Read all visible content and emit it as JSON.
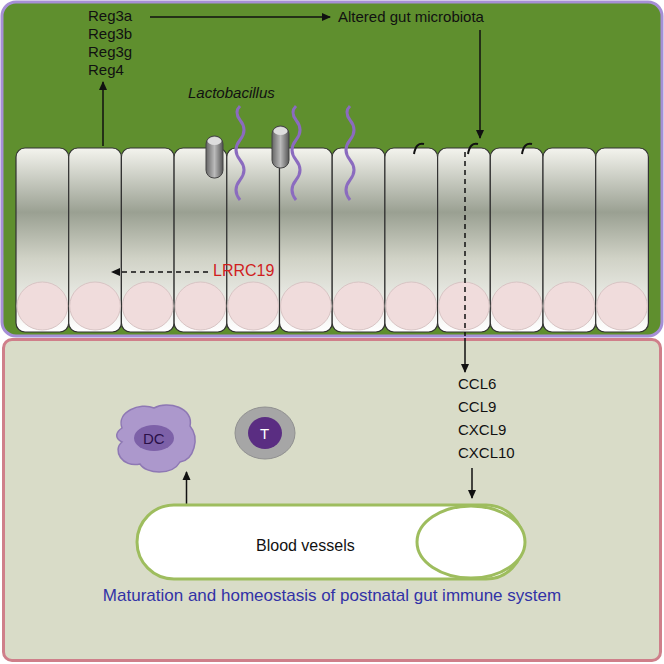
{
  "diagram": {
    "nodes": [
      {
        "text": [
          "Maturation and homeostasis of postnatal gut immune system"
        ]
      },
      {
        "text": [
          "DC"
        ],
        "in": 0
      },
      {
        "text": [
          "T"
        ],
        "in": 0
      },
      {
        "text": [
          "Blood vessels"
        ],
        "in": 0
      }
    ],
    "edges": [
      {
        "from": 3,
        "to": 1,
        "arrow": "to"
      }
    ],
    "labels": [
      "Reg3a",
      "Reg3b",
      "Reg3g",
      "Reg4",
      "Altered gut microbiota",
      "Lactobacillus",
      "LRRC19",
      "CCL6",
      "CCL9",
      "CXCL9",
      "CXCL10"
    ]
  }
}
